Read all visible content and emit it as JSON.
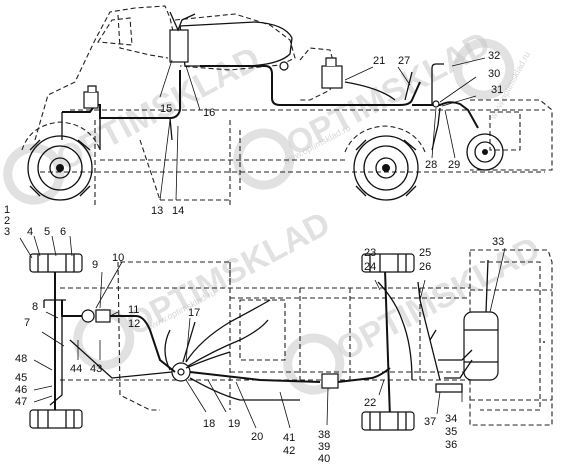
{
  "watermark": {
    "brand": "OPTIMSKLAD",
    "url": "www.optimsklad.ru"
  },
  "callouts": {
    "c1": "1",
    "c2": "2",
    "c3": "3",
    "c4": "4",
    "c5": "5",
    "c6": "6",
    "c7": "7",
    "c8": "8",
    "c9": "9",
    "c10": "10",
    "c11": "11",
    "c12": "12",
    "c13": "13",
    "c14": "14",
    "c15": "15",
    "c16": "16",
    "c17": "17",
    "c18": "18",
    "c19": "19",
    "c20": "20",
    "c21": "21",
    "c22": "22",
    "c23": "23",
    "c24": "24",
    "c25": "25",
    "c26": "26",
    "c27": "27",
    "c28": "28",
    "c29": "29",
    "c30": "30",
    "c31": "31",
    "c32": "32",
    "c33": "33",
    "c34": "34",
    "c35": "35",
    "c36": "36",
    "c37": "37",
    "c38": "38",
    "c39": "39",
    "c40": "40",
    "c41": "41",
    "c42": "42",
    "c43": "43",
    "c44": "44",
    "c45": "45",
    "c46": "46",
    "c47": "47",
    "c48": "48"
  }
}
